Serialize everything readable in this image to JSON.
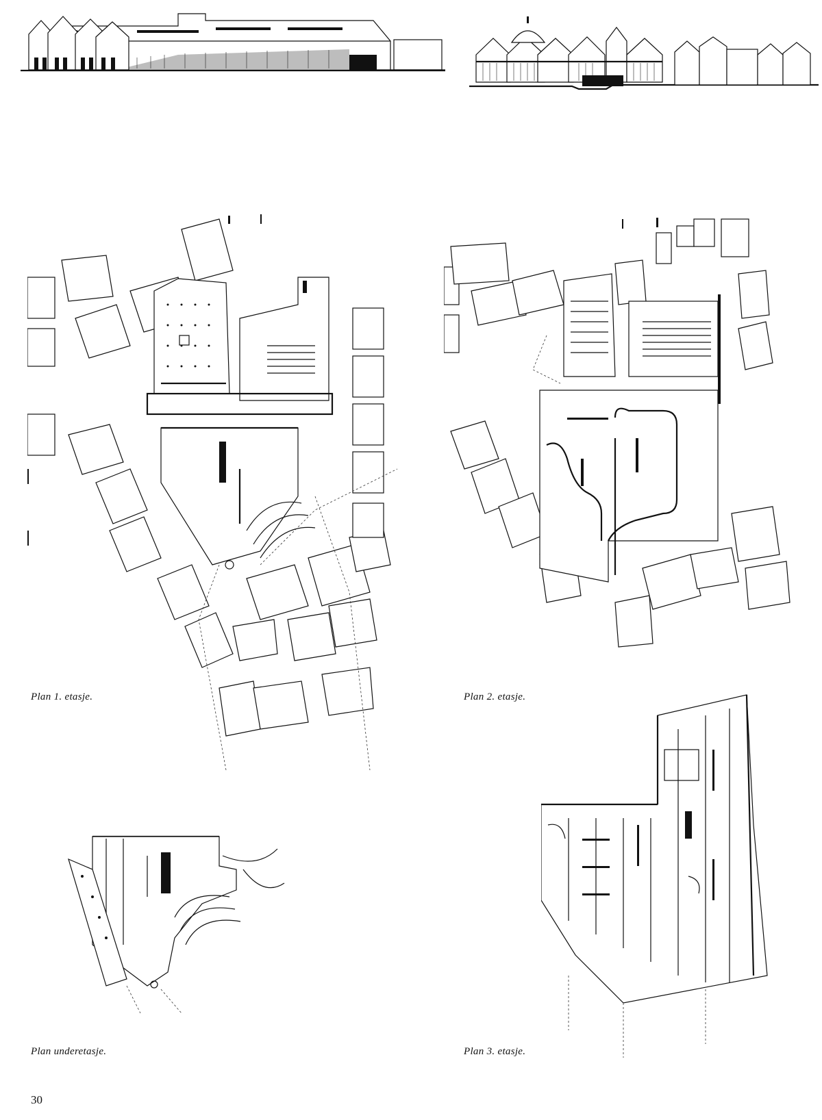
{
  "captions": {
    "plan1": "Plan 1. etasje.",
    "plan2": "Plan 2. etasje.",
    "plan_under": "Plan underetasje.",
    "plan3": "Plan 3. etasje."
  },
  "page_number": "30"
}
